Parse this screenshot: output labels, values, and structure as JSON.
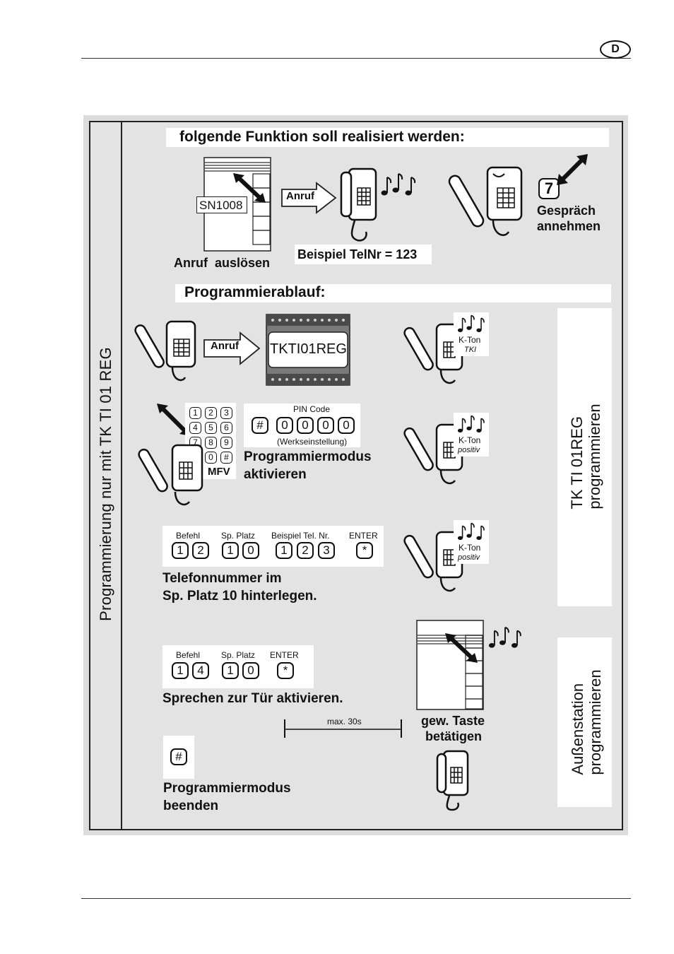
{
  "header": {
    "language_badge": "D"
  },
  "sidebar": {
    "title": "Programmierung nur mit TK TI 01 REG"
  },
  "section1": {
    "title": "folgende Funktion soll realisiert werden:",
    "panel_label": "SN1008",
    "trigger_caption": "Anruf  auslösen",
    "call_arrow": "Anruf",
    "example_caption": "Beispiel TelNr = 123",
    "key": "7",
    "answer_caption_1": "Gespräch",
    "answer_caption_2": "annehmen"
  },
  "section2": {
    "title": "Programmierablauf:",
    "call_arrow": "Anruf",
    "device_label": "TKTI01REG",
    "tone1_label": "K-Ton",
    "tone1_sub": "TKI",
    "keypad_keys": [
      "1",
      "2",
      "3",
      "4",
      "5",
      "6",
      "7",
      "8",
      "9",
      "*",
      "0",
      "#"
    ],
    "keypad_label": "MFV",
    "pin_title": "PIN Code",
    "pin_keys": [
      "#",
      "0",
      "0",
      "0",
      "0"
    ],
    "pin_sub": "(Werkseinstellung)",
    "activate_1": "Programmiermodus",
    "activate_2": "aktivieren",
    "tone2_label": "K-Ton",
    "tone2_sub": "positiv",
    "cmd1": {
      "headers": [
        "Befehl",
        "Sp. Platz",
        "Beispiel Tel. Nr.",
        "ENTER"
      ],
      "keys_befehl": [
        "1",
        "2"
      ],
      "keys_platz": [
        "1",
        "0"
      ],
      "keys_tel": [
        "1",
        "2",
        "3"
      ],
      "key_enter": "*"
    },
    "store_1": "Telefonnummer im",
    "store_2": "Sp. Platz 10 hinterlegen.",
    "tone3_label": "K-Ton",
    "tone3_sub": "positiv",
    "cmd2": {
      "headers": [
        "Befehl",
        "Sp. Platz",
        "ENTER"
      ],
      "keys_befehl": [
        "1",
        "4"
      ],
      "keys_platz": [
        "1",
        "0"
      ],
      "key_enter": "*"
    },
    "speak_caption": "Sprechen zur Tür aktivieren.",
    "timer_label": "max. 30s",
    "press_1": "gew. Taste",
    "press_2": "betätigen",
    "end_key": "#",
    "end_1": "Programmiermodus",
    "end_2": "beenden"
  },
  "side_panels": {
    "top_line1": "TK TI 01REG",
    "top_line2": "programmieren",
    "bottom_line1": "Außenstation",
    "bottom_line2": "programmieren"
  }
}
